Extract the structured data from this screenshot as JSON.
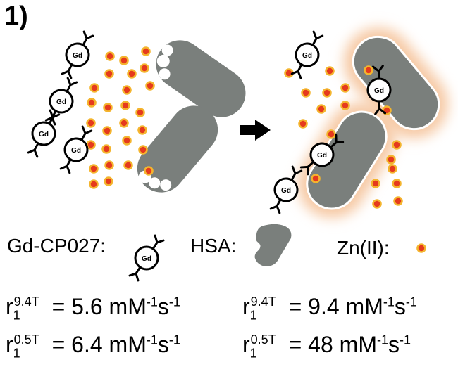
{
  "panel_label": "1)",
  "gd_text": "Gd",
  "legend": {
    "gd_label": "Gd-CP027:",
    "hsa_label": "HSA:",
    "zn_label": "Zn(II):"
  },
  "equations": {
    "left_top": {
      "r": "r",
      "sub": "1",
      "sup": "9.4T",
      "value": " = 5.6 mM",
      "unit1_exp": "-1",
      "unit2": "s",
      "unit2_exp": "-1"
    },
    "left_bottom": {
      "r": "r",
      "sub": "1",
      "sup": "0.5T",
      "value": " = 6.4 mM",
      "unit1_exp": "-1",
      "unit2": "s",
      "unit2_exp": "-1"
    },
    "right_top": {
      "r": "r",
      "sub": "1",
      "sup": "9.4T",
      "value": " = 9.4 mM",
      "unit1_exp": "-1",
      "unit2": "s",
      "unit2_exp": "-1"
    },
    "right_bottom": {
      "r": "r",
      "sub": "1",
      "sup": "0.5T",
      "value": " = 48 mM",
      "unit1_exp": "-1",
      "unit2": "s",
      "unit2_exp": "-1"
    }
  },
  "colors": {
    "protein": "#7a7f7c",
    "glow": "#f6c9a4",
    "zn_fill": "#e53a1d",
    "zn_ring": "#f4b52e",
    "arrow": "#000000"
  }
}
